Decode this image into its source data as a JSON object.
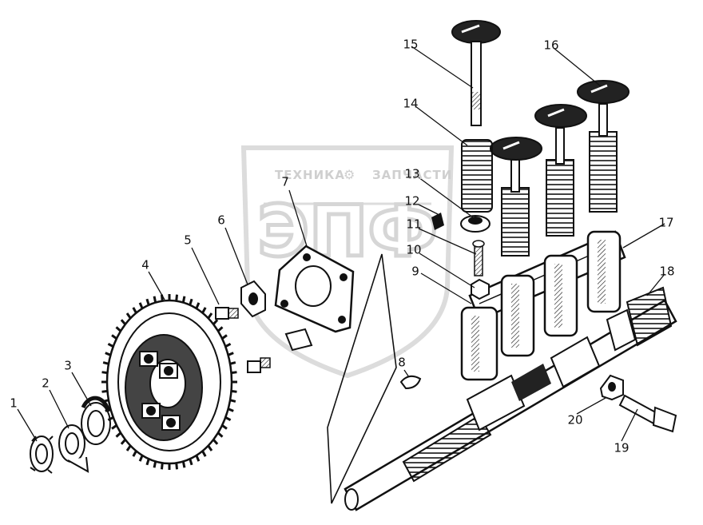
{
  "watermark": {
    "brand_left": "ТЕХНИКА",
    "brand_right": "ЗАПЧАСТИ",
    "monogram": "ЭПФ"
  },
  "callouts": [
    "1",
    "2",
    "3",
    "4",
    "5",
    "6",
    "7",
    "8",
    "9",
    "10",
    "11",
    "12",
    "13",
    "14",
    "15",
    "16",
    "17",
    "18",
    "19",
    "20"
  ],
  "colors": {
    "ink": "#111111",
    "watermark": "#d9d9d9",
    "shade": "#2a2a2a"
  }
}
